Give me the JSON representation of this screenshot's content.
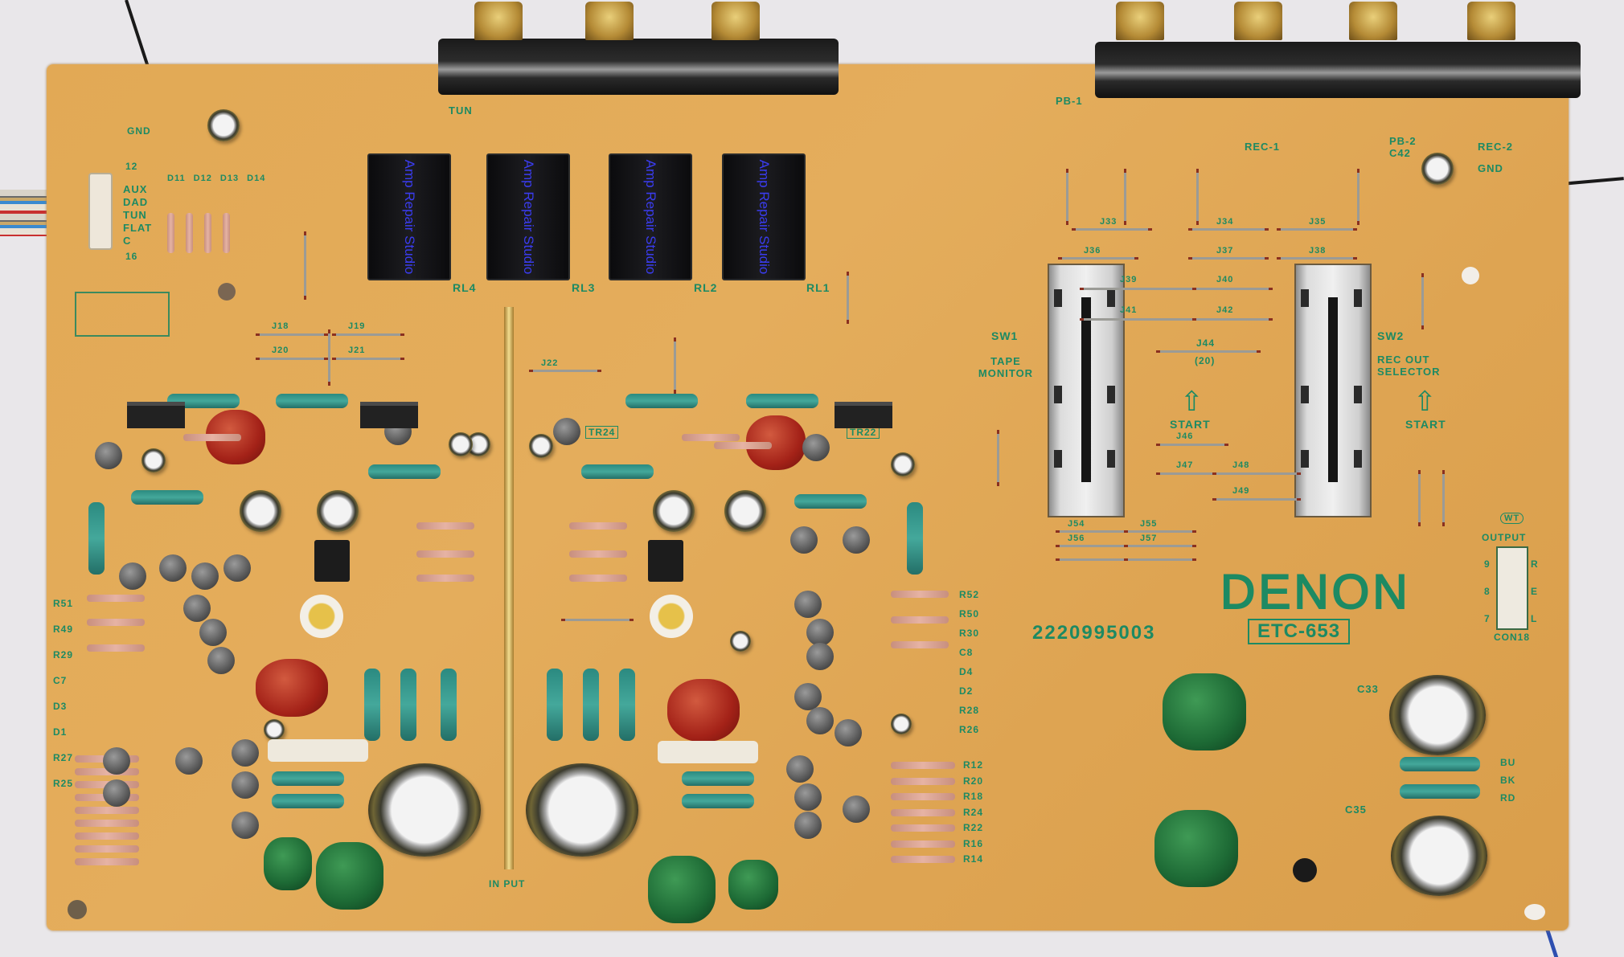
{
  "board": {
    "brand": "DENON",
    "part_number": "2220995003",
    "model": "ETC-653",
    "relay_sticker": "Amp Repair Studio",
    "relays": [
      "RL4",
      "RL3",
      "RL2",
      "RL1"
    ],
    "input_labels": [
      "AUX",
      "DAD",
      "TUN",
      "FLAT",
      "C"
    ],
    "diodes": [
      "D11",
      "D12",
      "D13",
      "D14"
    ],
    "connector_top": "12",
    "connector_bottom": "16",
    "gnd_left": "GND",
    "gnd_right": "GND",
    "tun_label": "TUN",
    "pb1": "PB-1",
    "pb2": "PB-2",
    "rec1": "REC-1",
    "rec2": "REC-2",
    "sw1": "SW1",
    "sw1_label": "TAPE MONITOR",
    "sw2": "SW2",
    "sw2_label": "REC OUT SELECTOR",
    "start": "START",
    "j44": "J44",
    "j44_sub": "(20)",
    "jumpers": [
      "J33",
      "J34",
      "J35",
      "J36",
      "J37",
      "J38",
      "J39",
      "J40",
      "J41",
      "J42",
      "J46",
      "J47",
      "J48",
      "J49",
      "J54",
      "J55",
      "J56",
      "J57",
      "J18",
      "J19",
      "J20",
      "J21",
      "J22"
    ],
    "output": "OUTPUT",
    "output_pins": [
      "R",
      "E",
      "L"
    ],
    "output_pin_nums": [
      "9",
      "8",
      "7"
    ],
    "con18": "CON18",
    "wt": "WT",
    "input": "IN PUT",
    "c33": "C33",
    "c35": "C35",
    "c42": "C42",
    "wire_labels": [
      "BU",
      "BK",
      "RD"
    ],
    "right_resistors": [
      "R12",
      "R20",
      "R18",
      "R24",
      "R22",
      "R16",
      "R14"
    ],
    "mid_labels": [
      "R52",
      "R50",
      "R30",
      "C8",
      "D4",
      "D2",
      "R28",
      "R26"
    ],
    "left_labels": [
      "R51",
      "R49",
      "R29",
      "C7",
      "D3",
      "D1",
      "R27",
      "R25"
    ],
    "tr_labels": [
      "TR22",
      "TR24"
    ]
  }
}
